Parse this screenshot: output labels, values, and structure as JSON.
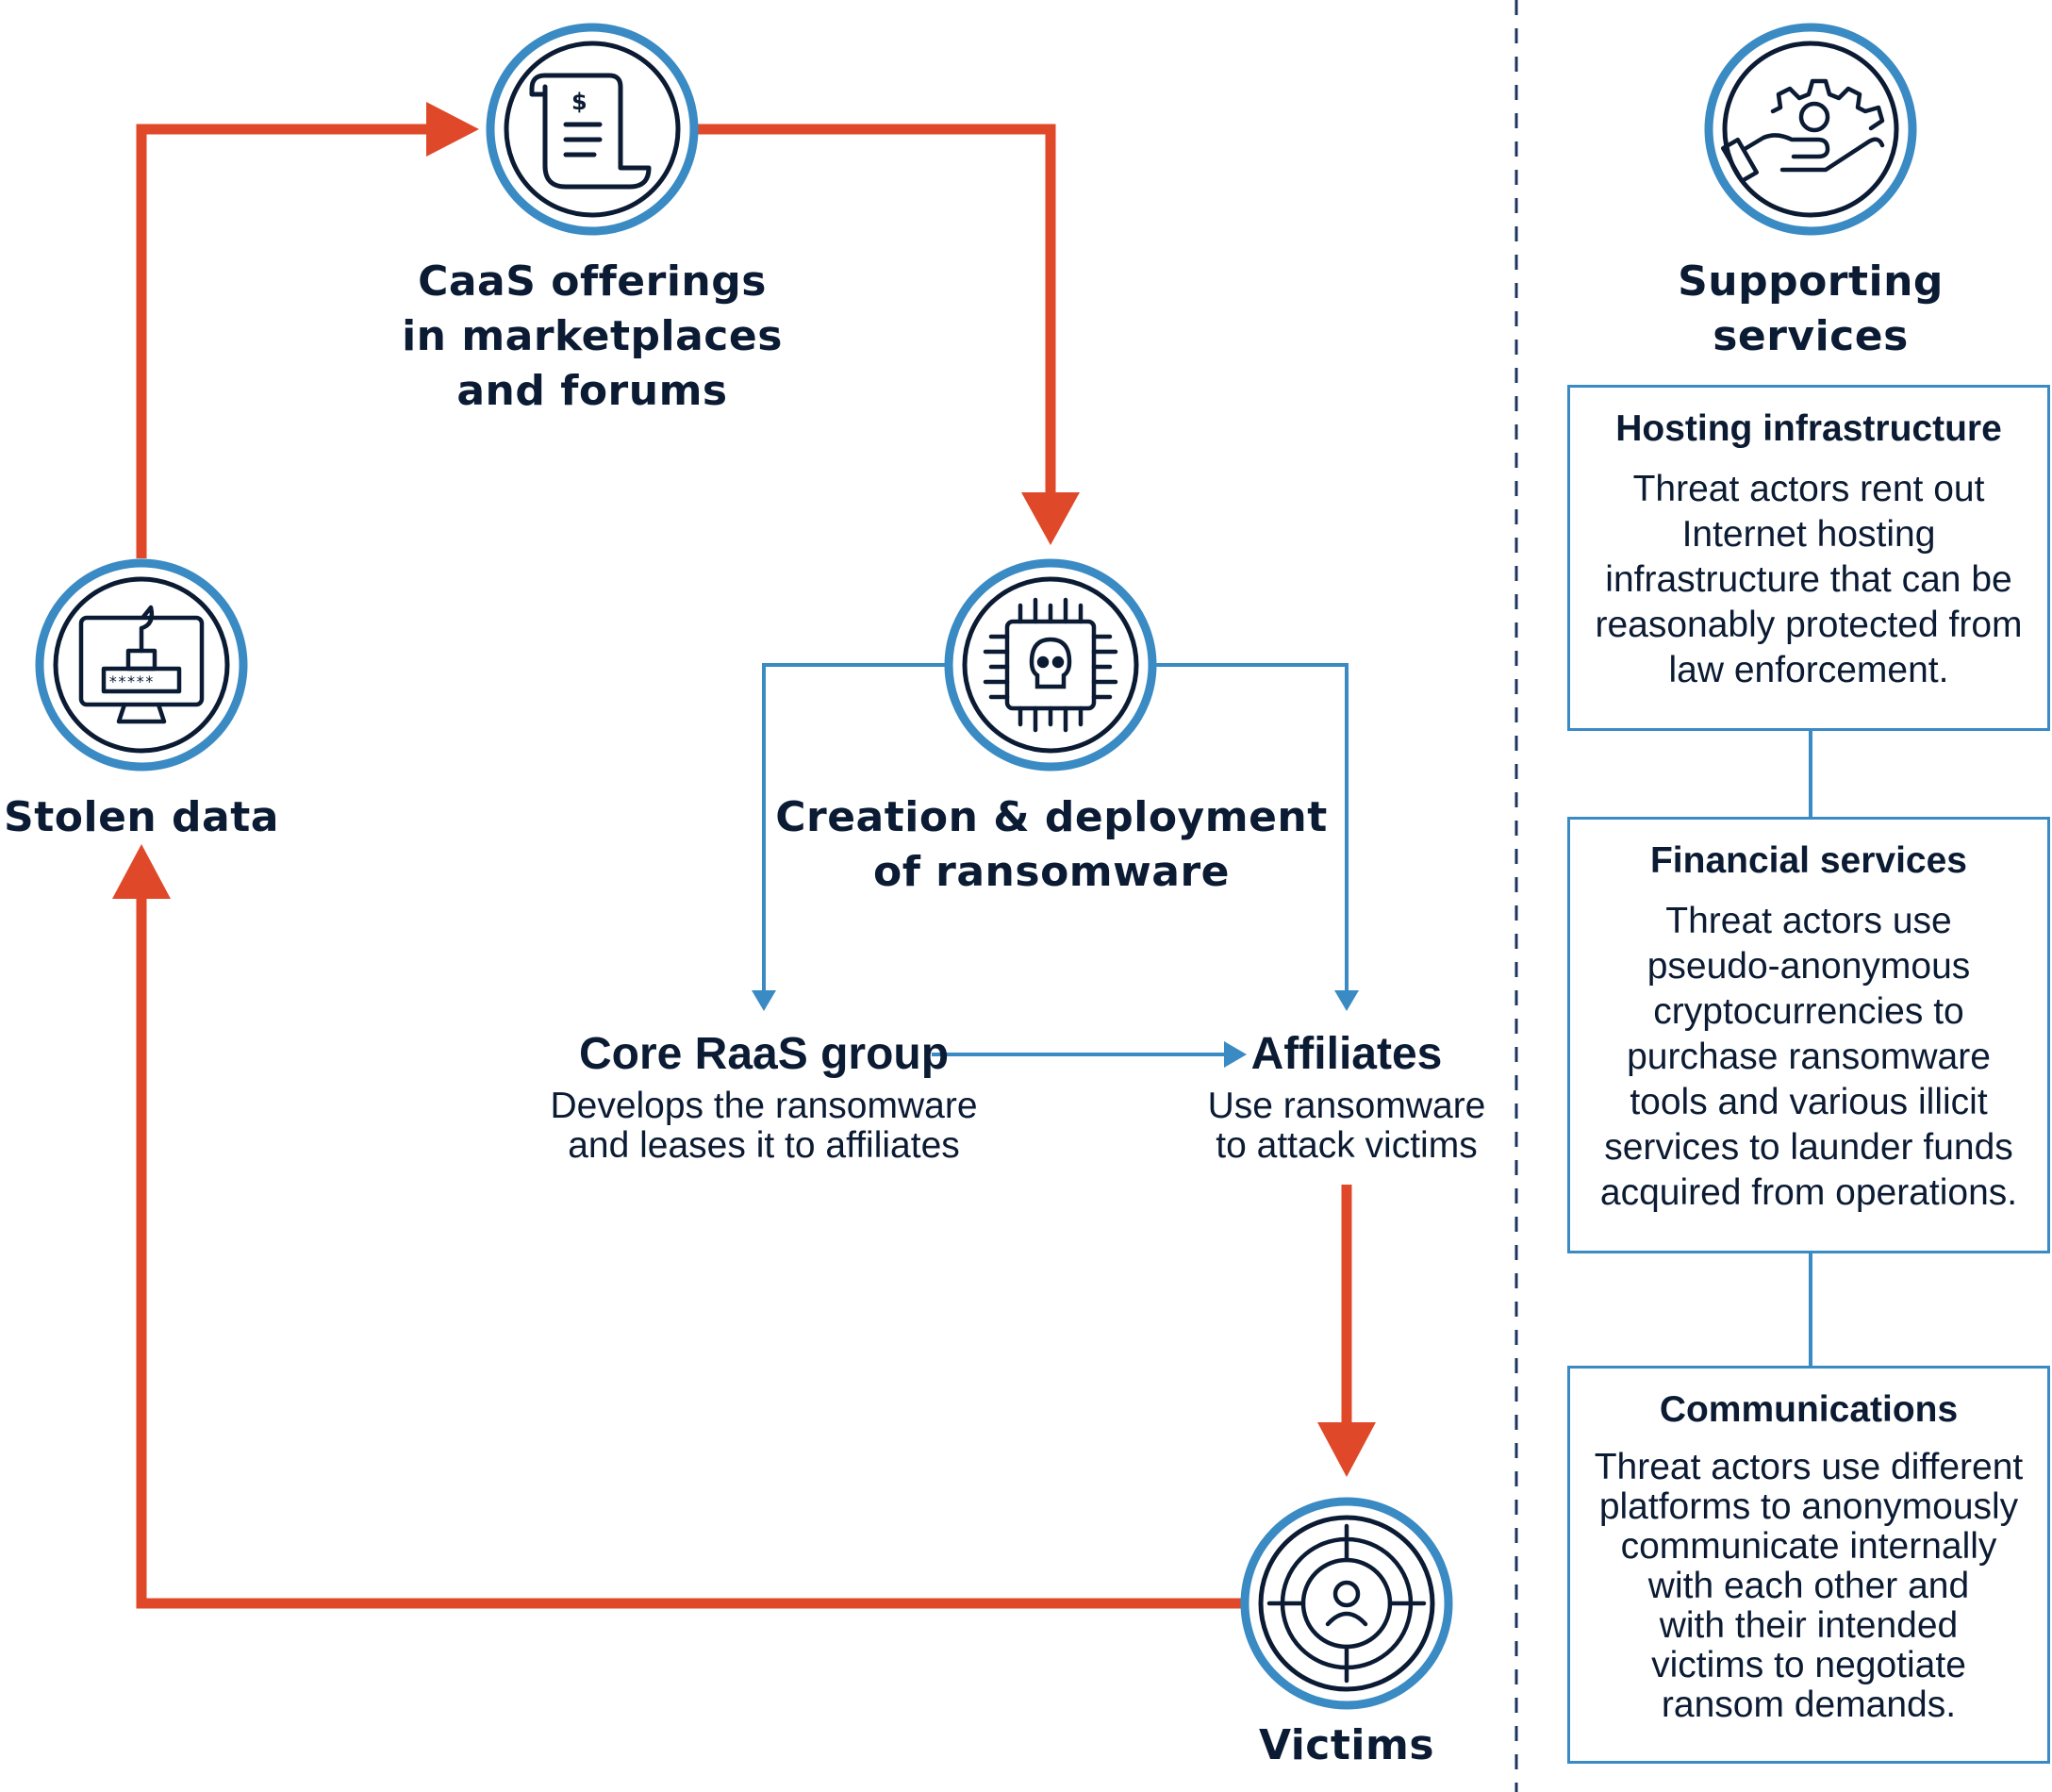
{
  "colors": {
    "flow": "#e0482a",
    "link": "#3a8ac4",
    "ring": "#3a8ac4",
    "ink": "#0b1b33"
  },
  "nodes": {
    "caas": {
      "label": "CaaS offerings\nin marketplaces\nand forums",
      "icon": "invoice-scroll-icon"
    },
    "creation": {
      "label": "Creation & deployment\nof ransomware",
      "icon": "skull-chip-icon"
    },
    "stolen": {
      "label": "Stolen data",
      "icon": "hacked-monitor-icon"
    },
    "victims": {
      "label": "Victims",
      "icon": "target-user-icon"
    },
    "core": {
      "title": "Core RaaS group",
      "desc": "Develops the ransomware\nand leases it to affiliates"
    },
    "affiliates": {
      "title": "Affiliates",
      "desc": "Use ransomware\nto attack victims"
    }
  },
  "supporting": {
    "title": "Supporting\nservices",
    "icon": "hand-gear-icon",
    "boxes": [
      {
        "title": "Hosting infrastructure",
        "body": "Threat actors rent out\nInternet hosting\ninfrastructure that can be\nreasonably protected from\nlaw enforcement."
      },
      {
        "title": "Financial services",
        "body": "Threat actors use\npseudo-anonymous\ncryptocurrencies to\npurchase ransomware\ntools and various illicit\nservices to launder funds\nacquired from operations."
      },
      {
        "title": "Communications",
        "body": "Threat actors use different\nplatforms to anonymously\ncommunicate internally\nwith each other and\nwith their intended\nvictims to negotiate\nransom demands."
      }
    ]
  }
}
